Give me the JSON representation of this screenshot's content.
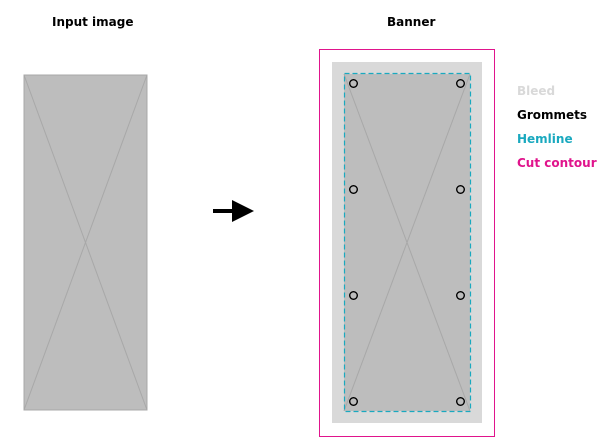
{
  "titles": {
    "input": "Input image",
    "banner": "Banner"
  },
  "legend": [
    {
      "label": "Bleed",
      "color": "#d9d9d9"
    },
    {
      "label": "Grommets",
      "color": "#000000"
    },
    {
      "label": "Hemline",
      "color": "#1aa9bf"
    },
    {
      "label": "Cut contour",
      "color": "#e0148c"
    }
  ],
  "colors": {
    "placeholder_fill": "#bdbdbd",
    "placeholder_stroke": "#a8a8a8",
    "bleed": "#d9d9d9",
    "hemline": "#1aa9bf",
    "cut_contour": "#e0148c",
    "grommet": "#000000",
    "arrow": "#000000"
  },
  "icons": [
    "image-placeholder-icon",
    "right-arrow-icon",
    "grommet-icon"
  ]
}
